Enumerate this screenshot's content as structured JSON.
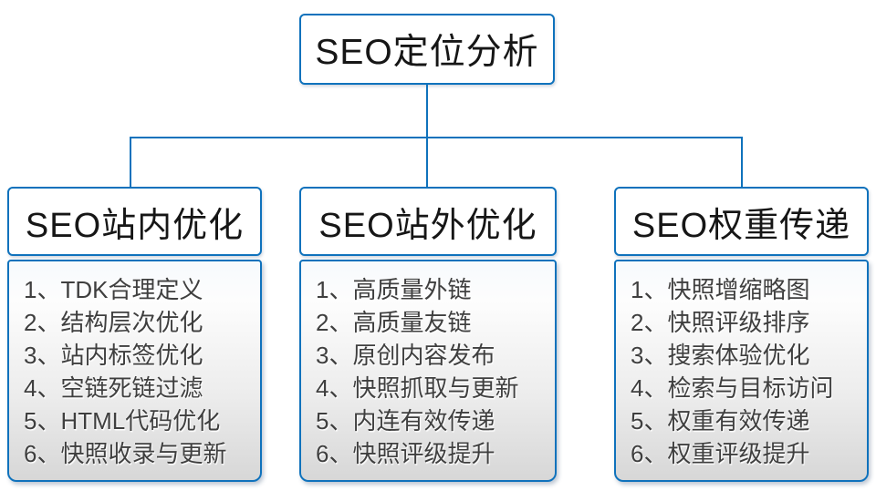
{
  "diagram": {
    "root": {
      "title": "SEO定位分析"
    },
    "columns": [
      {
        "title": "SEO站内优化",
        "items": [
          "1、TDK合理定义",
          "2、结构层次优化",
          "3、站内标签优化",
          "4、空链死链过滤",
          "5、HTML代码优化",
          "6、快照收录与更新"
        ]
      },
      {
        "title": "SEO站外优化",
        "items": [
          "1、高质量外链",
          "2、高质量友链",
          "3、原创内容发布",
          "4、快照抓取与更新",
          "5、内连有效传递",
          "6、快照评级提升"
        ]
      },
      {
        "title": "SEO权重传递",
        "items": [
          "1、快照增缩略图",
          "2、快照评级排序",
          "3、搜索体验优化",
          "4、检索与目标访问",
          "5、权重有效传递",
          "6、权重评级提升"
        ]
      }
    ],
    "colors": {
      "line": "#0f72bc",
      "header_text": "#161616",
      "item_text": "#3f3f3f"
    }
  }
}
